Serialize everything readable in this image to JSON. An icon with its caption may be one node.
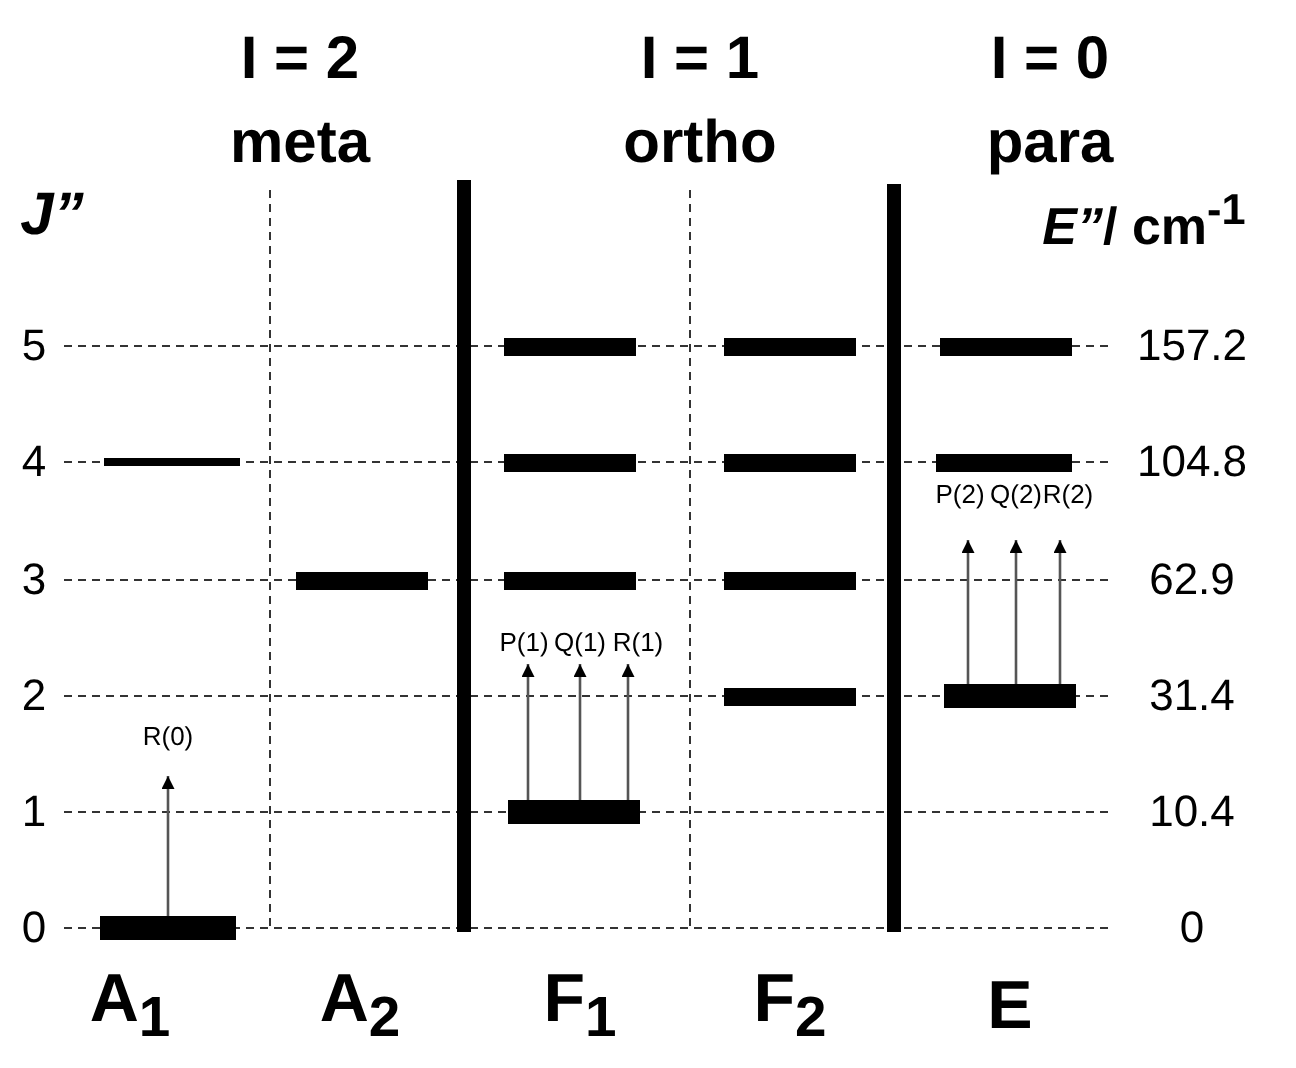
{
  "diagram": {
    "nodes": [
      {
        "text": [],
        "shape": "bar"
      },
      {
        "text": [],
        "shape": "bar"
      },
      {
        "text": [],
        "shape": "bar"
      },
      {
        "text": [],
        "shape": "bar"
      },
      {
        "text": [],
        "shape": "bar"
      },
      {
        "text": [],
        "shape": "bar"
      },
      {
        "text": [],
        "shape": "bar"
      },
      {
        "text": [],
        "shape": "bar"
      },
      {
        "text": [],
        "shape": "bar"
      },
      {
        "text": [],
        "shape": "bar"
      },
      {
        "text": [],
        "shape": "bar"
      },
      {
        "text": [],
        "shape": "bar"
      },
      {
        "text": [],
        "shape": "bar"
      },
      {
        "text": [],
        "shape": "bar"
      }
    ],
    "edges": [
      {
        "from": 1,
        "to": null,
        "arrow": "to",
        "label": "R(0)"
      },
      {
        "from": 6,
        "to": null,
        "arrow": "to",
        "label": "P(1)"
      },
      {
        "from": 6,
        "to": null,
        "arrow": "to",
        "label": "Q(1)"
      },
      {
        "from": 6,
        "to": null,
        "arrow": "to",
        "label": "R(1)"
      },
      {
        "from": 13,
        "to": null,
        "arrow": "to",
        "label": "P(2)"
      },
      {
        "from": 13,
        "to": null,
        "arrow": "to",
        "label": "Q(2)"
      },
      {
        "from": 13,
        "to": null,
        "arrow": "to",
        "label": "R(2)"
      }
    ],
    "labels": [
      "I = 2",
      "meta",
      "I = 1",
      "ortho",
      "I = 0",
      "para",
      "J”",
      "*E”*/ cm$^{-1}$",
      "5",
      "157.2",
      "4",
      "104.8",
      "3",
      "62.9",
      "2",
      "31.4",
      "1",
      "10.4",
      "0",
      "0",
      "A$_{1}$",
      "A$_{2}$",
      "F$_{1}$",
      "F$_{2}$",
      "E"
    ]
  }
}
